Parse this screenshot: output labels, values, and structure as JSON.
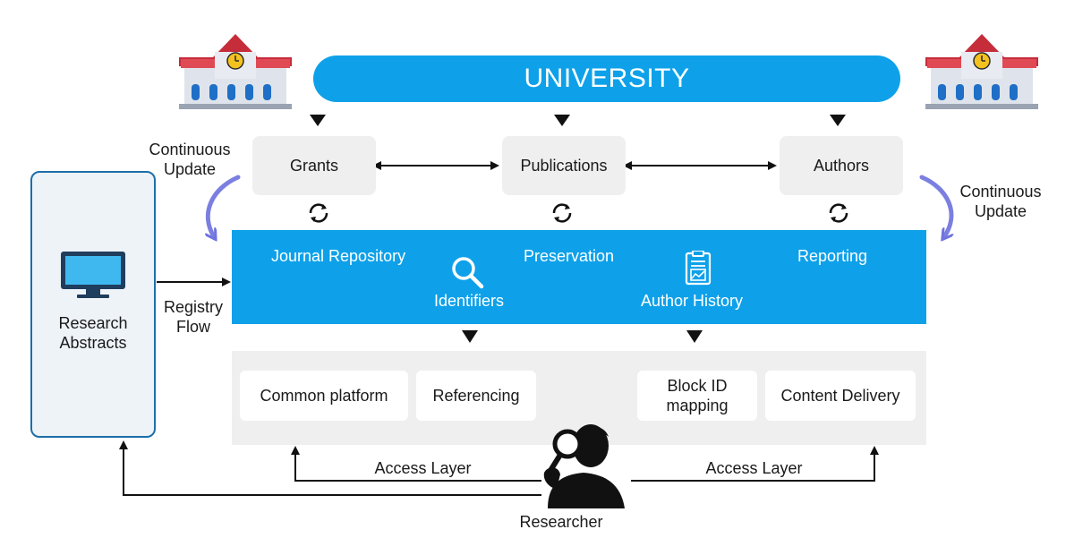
{
  "title": "UNIVERSITY",
  "top_boxes": [
    "Grants",
    "Publications",
    "Authors"
  ],
  "continuous_update_left": [
    "Continuous",
    "Update"
  ],
  "continuous_update_right": [
    "Continuous",
    "Update"
  ],
  "repository_band": {
    "journal_repository": "Journal Repository",
    "identifiers": "Identifiers",
    "preservation": "Preservation",
    "author_history": "Author History",
    "reporting": "Reporting"
  },
  "research_abstracts": [
    "Research",
    "Abstracts"
  ],
  "registry_flow": [
    "Registry",
    "Flow"
  ],
  "platform_boxes": {
    "common_platform": "Common platform",
    "referencing": "Referencing",
    "block_id_mapping": [
      "Block ID",
      "mapping"
    ],
    "content_delivery": "Content Delivery"
  },
  "access_layer_left": "Access Layer",
  "access_layer_right": "Access Layer",
  "researcher": "Researcher",
  "colors": {
    "primary_blue": "#0ea1e9",
    "panel_gray": "#efefef",
    "curve_arrow": "#7b7fe0"
  }
}
